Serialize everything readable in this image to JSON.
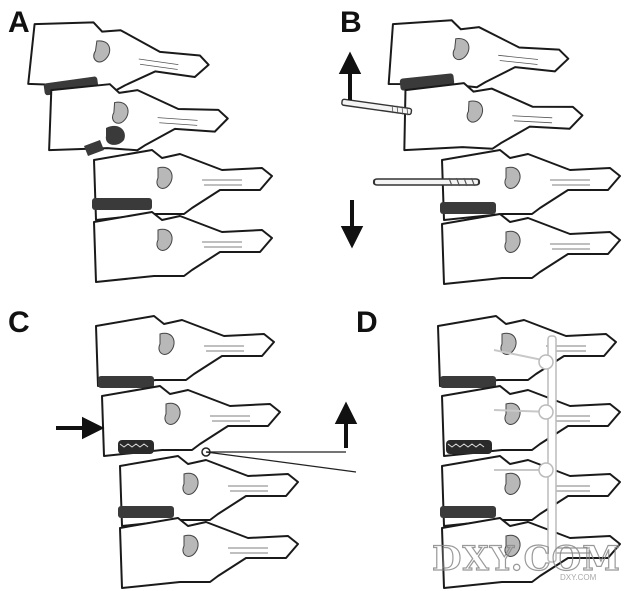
{
  "panels": [
    {
      "id": "A",
      "label": "A"
    },
    {
      "id": "B",
      "label": "B"
    },
    {
      "id": "C",
      "label": "C"
    },
    {
      "id": "D",
      "label": "D"
    }
  ],
  "watermark": {
    "text": "DXY.COM",
    "subtext": "DXY.COM"
  },
  "icons": {
    "arrow_up": "arrow-up-icon",
    "arrow_down": "arrow-down-icon",
    "arrow_right": "arrow-right-icon"
  }
}
